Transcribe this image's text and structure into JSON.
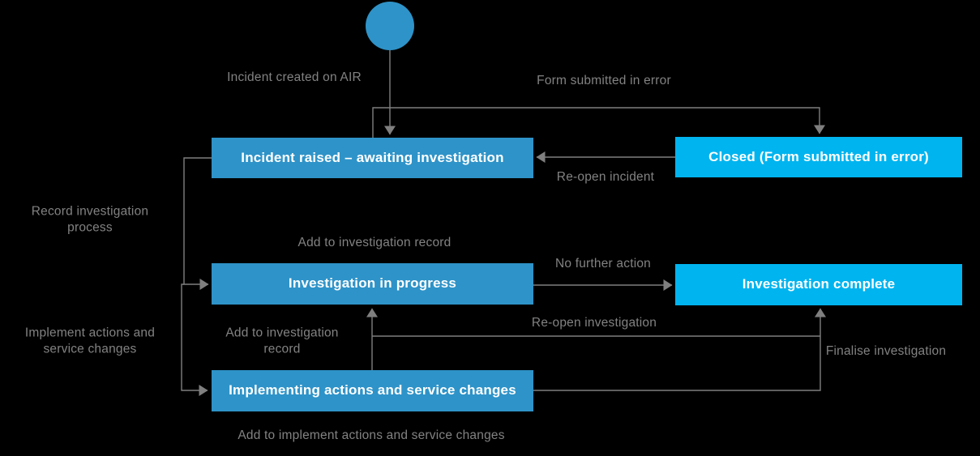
{
  "colors": {
    "background": "#000000",
    "state_fill": "#2E93C8",
    "final_fill": "#00B4EF",
    "node_text": "#FFFFFF",
    "line": "#7F7F7F",
    "label_text": "#828282"
  },
  "nodes": {
    "incident_raised": "Incident raised – awaiting investigation",
    "closed": "Closed (Form submitted in error)",
    "investigation_in_progress": "Investigation in progress",
    "investigation_complete": "Investigation complete",
    "implementing_actions": "Implementing actions and service changes"
  },
  "edge_labels": {
    "incident_created": "Incident created on AIR",
    "form_submitted": "Form submitted in error",
    "reopen_incident": "Re-open incident",
    "record_investigation": "Record investigation process",
    "add_to_investigation_record_top": "Add to investigation record",
    "no_further_action": "No further action",
    "reopen_investigation": "Re-open investigation",
    "implement_actions": "Implement actions and service changes",
    "add_to_investigation_record_side": "Add to investigation record",
    "finalise_investigation": "Finalise investigation",
    "add_to_implement_actions": "Add to implement actions and service changes"
  }
}
